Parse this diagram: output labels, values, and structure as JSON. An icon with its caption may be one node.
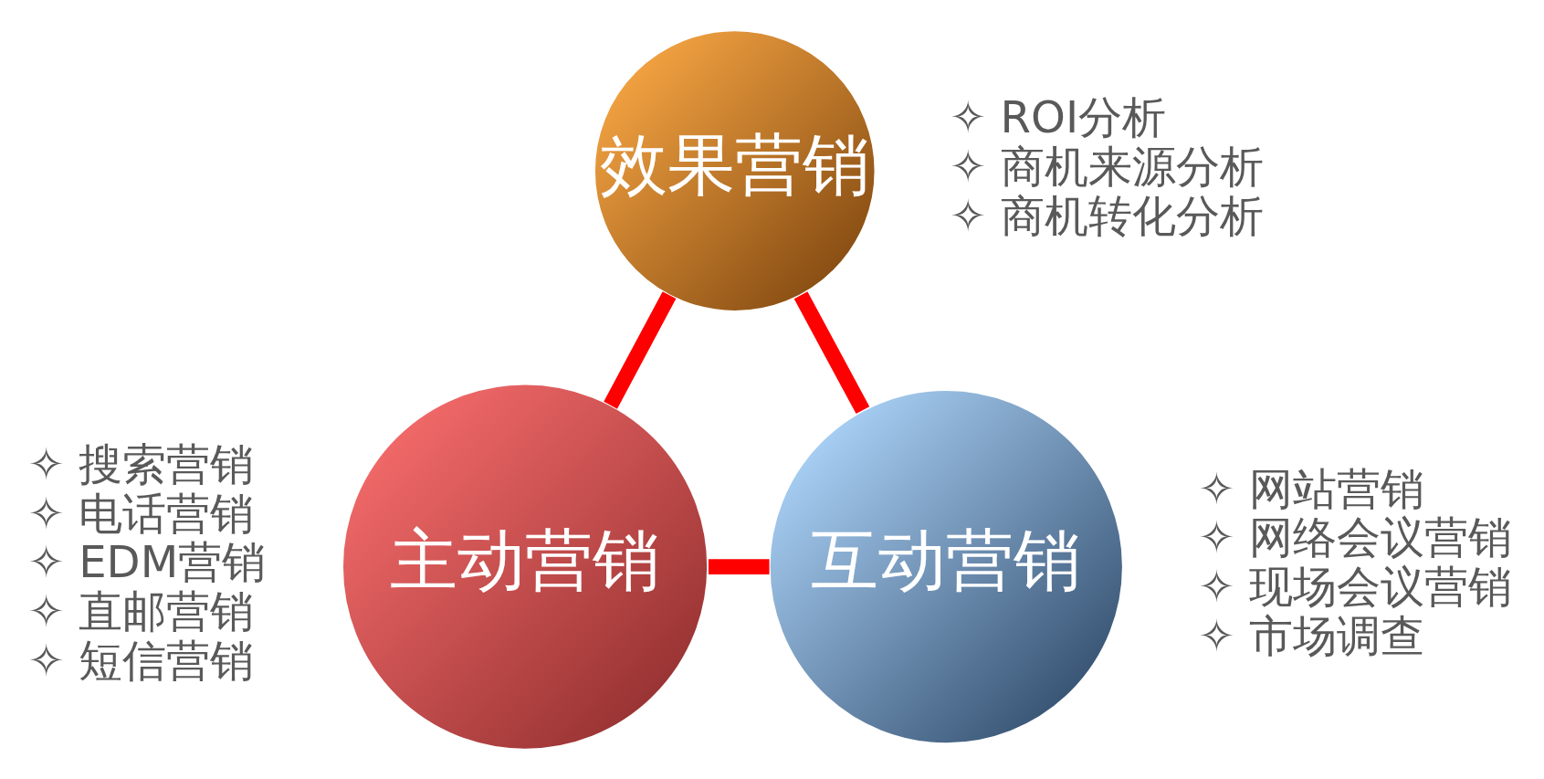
{
  "diagram": {
    "nodes": [
      {
        "text": [
          "效果营销"
        ],
        "beside": [
          "✧ ROI分析",
          "✧ 商机来源分析",
          "✧ 商机转化分析"
        ]
      },
      {
        "text": [
          "主动营销"
        ],
        "beside": [
          "✧ 搜索营销",
          "✧ 电话营销",
          "✧ EDM营销",
          "✧ 直邮营销",
          "✧ 短信营销"
        ]
      },
      {
        "text": [
          "互动营销"
        ],
        "beside": [
          "✧ 网站营销",
          "✧ 网络会议营销",
          "✧ 现场会议营销",
          "✧ 市场调查"
        ]
      }
    ],
    "edges": [
      {
        "from": 0,
        "to": 1,
        "arrow": "none"
      },
      {
        "from": 0,
        "to": 2,
        "arrow": "none"
      },
      {
        "from": 1,
        "to": 2,
        "arrow": "none"
      }
    ]
  }
}
